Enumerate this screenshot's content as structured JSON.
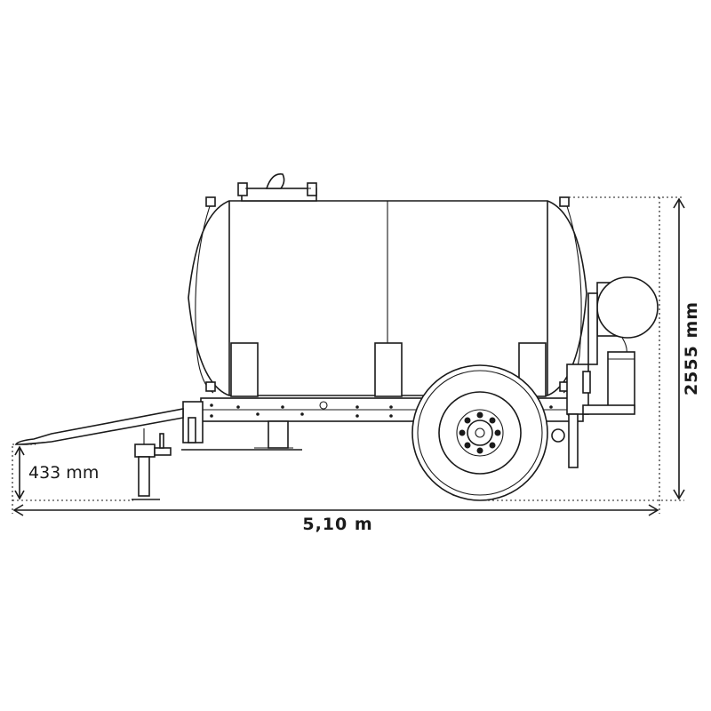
{
  "dimensions": {
    "overall_length": "5,10 m",
    "overall_height": "2555 mm",
    "drawbar_height": "433 mm"
  }
}
